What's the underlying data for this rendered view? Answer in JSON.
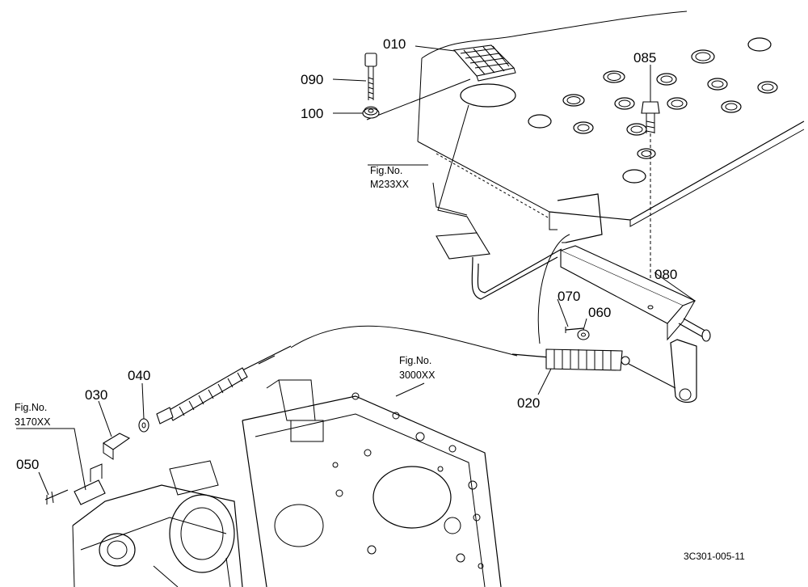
{
  "part_labels": [
    {
      "id": "010",
      "text": "010"
    },
    {
      "id": "020",
      "text": "020"
    },
    {
      "id": "030",
      "text": "030"
    },
    {
      "id": "040",
      "text": "040"
    },
    {
      "id": "050",
      "text": "050"
    },
    {
      "id": "060",
      "text": "060"
    },
    {
      "id": "070",
      "text": "070"
    },
    {
      "id": "080",
      "text": "080"
    },
    {
      "id": "085",
      "text": "085"
    },
    {
      "id": "090",
      "text": "090"
    },
    {
      "id": "100",
      "text": "100"
    }
  ],
  "figure_refs": [
    {
      "id": "m233",
      "line1": "Fig.No.",
      "line2": "M233XX"
    },
    {
      "id": "3000",
      "line1": "Fig.No.",
      "line2": "3000XX"
    },
    {
      "id": "3170",
      "line1": "Fig.No.",
      "line2": "3170XX"
    }
  ],
  "drawing_code": "3C301-005-11"
}
